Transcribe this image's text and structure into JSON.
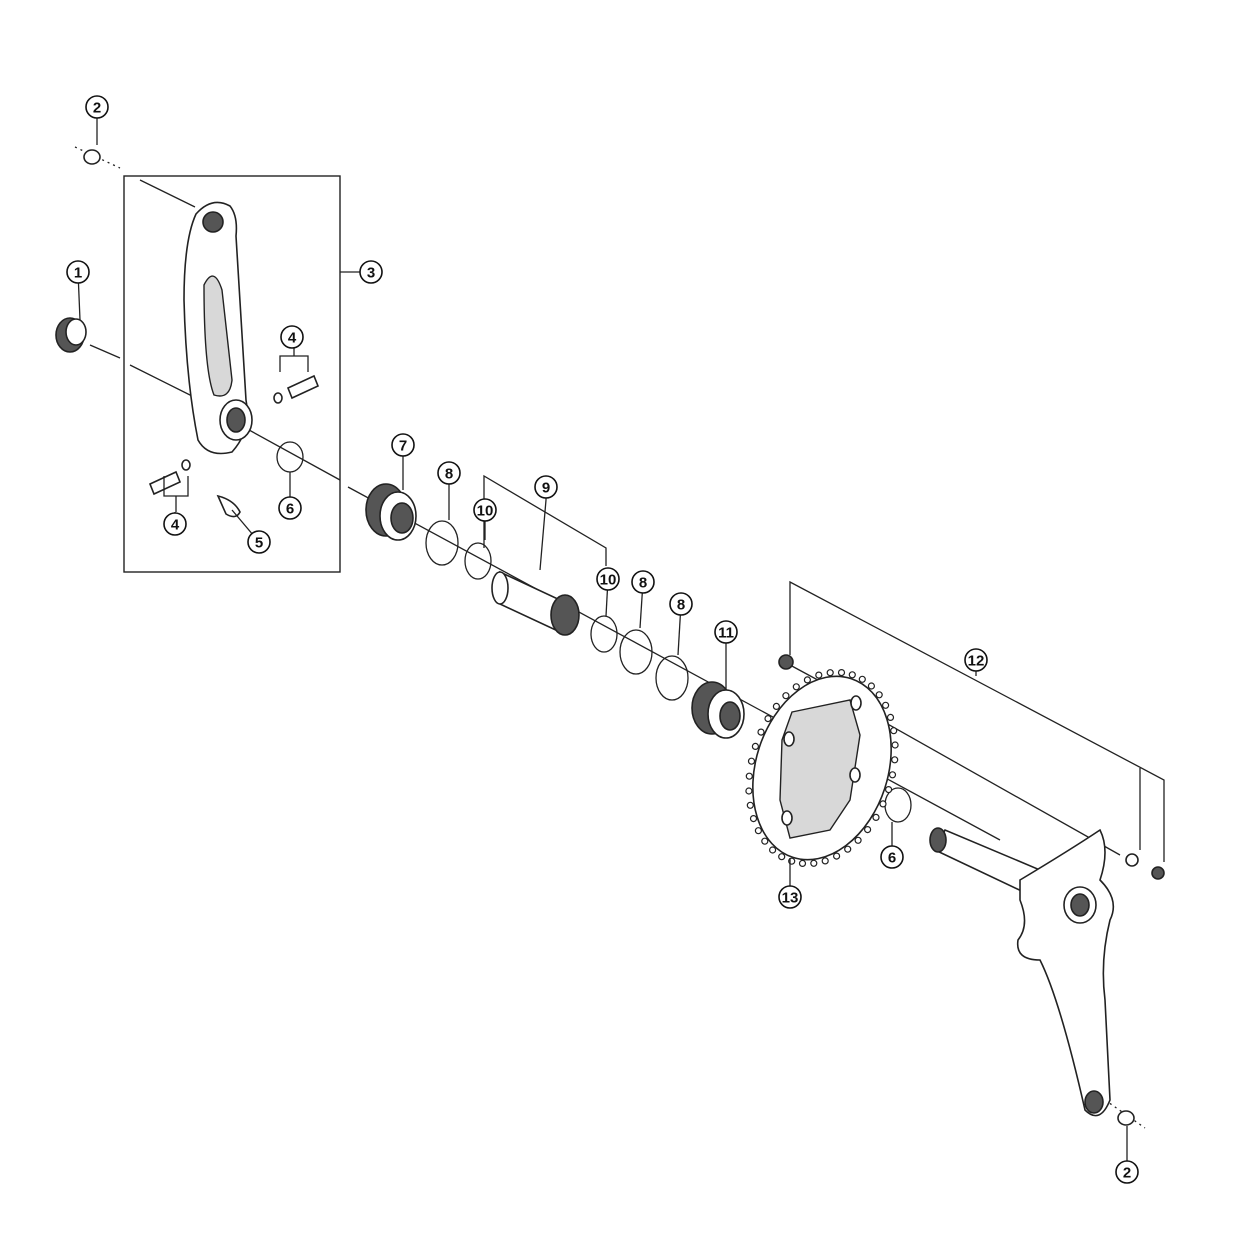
{
  "callouts": [
    {
      "number": "2"
    },
    {
      "number": "1"
    },
    {
      "number": "3"
    },
    {
      "number": "4"
    },
    {
      "number": "4"
    },
    {
      "number": "5"
    },
    {
      "number": "6"
    },
    {
      "number": "7"
    },
    {
      "number": "8"
    },
    {
      "number": "9"
    },
    {
      "number": "10"
    },
    {
      "number": "10"
    },
    {
      "number": "8"
    },
    {
      "number": "8"
    },
    {
      "number": "11"
    },
    {
      "number": "12"
    },
    {
      "number": "13"
    },
    {
      "number": "6"
    },
    {
      "number": "2"
    }
  ]
}
